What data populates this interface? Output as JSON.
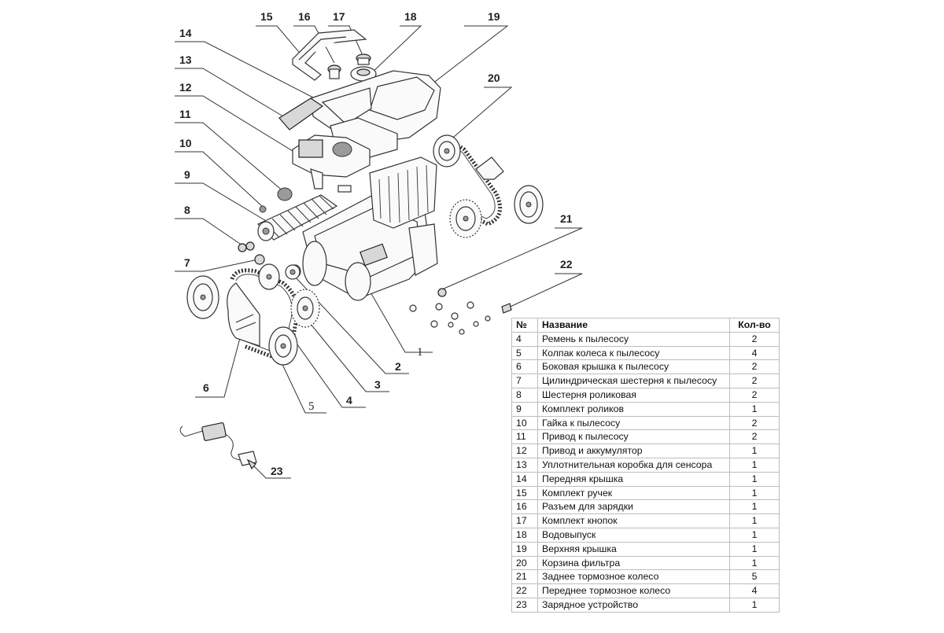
{
  "diagram": {
    "callouts": [
      {
        "id": "callout-1",
        "label": "1"
      },
      {
        "id": "callout-2",
        "label": "2"
      },
      {
        "id": "callout-3",
        "label": "3"
      },
      {
        "id": "callout-4",
        "label": "4"
      },
      {
        "id": "callout-5",
        "label": "5"
      },
      {
        "id": "callout-6",
        "label": "6"
      },
      {
        "id": "callout-7",
        "label": "7"
      },
      {
        "id": "callout-8",
        "label": "8"
      },
      {
        "id": "callout-9",
        "label": "9"
      },
      {
        "id": "callout-10",
        "label": "10"
      },
      {
        "id": "callout-11",
        "label": "11"
      },
      {
        "id": "callout-12",
        "label": "12"
      },
      {
        "id": "callout-13",
        "label": "13"
      },
      {
        "id": "callout-14",
        "label": "14"
      },
      {
        "id": "callout-15",
        "label": "15"
      },
      {
        "id": "callout-16",
        "label": "16"
      },
      {
        "id": "callout-17",
        "label": "17"
      },
      {
        "id": "callout-18",
        "label": "18"
      },
      {
        "id": "callout-19",
        "label": "19"
      },
      {
        "id": "callout-20",
        "label": "20"
      },
      {
        "id": "callout-21",
        "label": "21"
      },
      {
        "id": "callout-22",
        "label": "22"
      },
      {
        "id": "callout-23",
        "label": "23"
      }
    ]
  },
  "table": {
    "headers": {
      "num": "№",
      "name": "Название",
      "qty": "Кол-во"
    },
    "rows": [
      {
        "num": "4",
        "name": "Ремень к пылесосу",
        "qty": "2"
      },
      {
        "num": "5",
        "name": "Колпак колеса к пылесосу",
        "qty": "4"
      },
      {
        "num": "6",
        "name": "Боковая крышка к пылесосу",
        "qty": "2"
      },
      {
        "num": "7",
        "name": "Цилиндрическая шестерня к пылесосу",
        "qty": "2"
      },
      {
        "num": "8",
        "name": "Шестерня роликовая",
        "qty": "2"
      },
      {
        "num": "9",
        "name": "Комплект роликов",
        "qty": "1"
      },
      {
        "num": "10",
        "name": "Гайка к пылесосу",
        "qty": "2"
      },
      {
        "num": "11",
        "name": "Привод к пылесосу",
        "qty": "2"
      },
      {
        "num": "12",
        "name": "Привод и аккумулятор",
        "qty": "1"
      },
      {
        "num": "13",
        "name": "Уплотнительная коробка для сенсора",
        "qty": "1"
      },
      {
        "num": "14",
        "name": "Передняя крышка",
        "qty": "1"
      },
      {
        "num": "15",
        "name": "Комплект ручек",
        "qty": "1"
      },
      {
        "num": "16",
        "name": "Разъем для зарядки",
        "qty": "1"
      },
      {
        "num": "17",
        "name": "Комплект кнопок",
        "qty": "1"
      },
      {
        "num": "18",
        "name": "Водовыпуск",
        "qty": "1"
      },
      {
        "num": "19",
        "name": "Верхняя крышка",
        "qty": "1"
      },
      {
        "num": "20",
        "name": "Корзина фильтра",
        "qty": "1"
      },
      {
        "num": "21",
        "name": "Заднее тормозное колесо",
        "qty": "5"
      },
      {
        "num": "22",
        "name": "Переднее тормозное колесо",
        "qty": "4"
      },
      {
        "num": "23",
        "name": "Зарядное устройство",
        "qty": "1"
      }
    ]
  }
}
